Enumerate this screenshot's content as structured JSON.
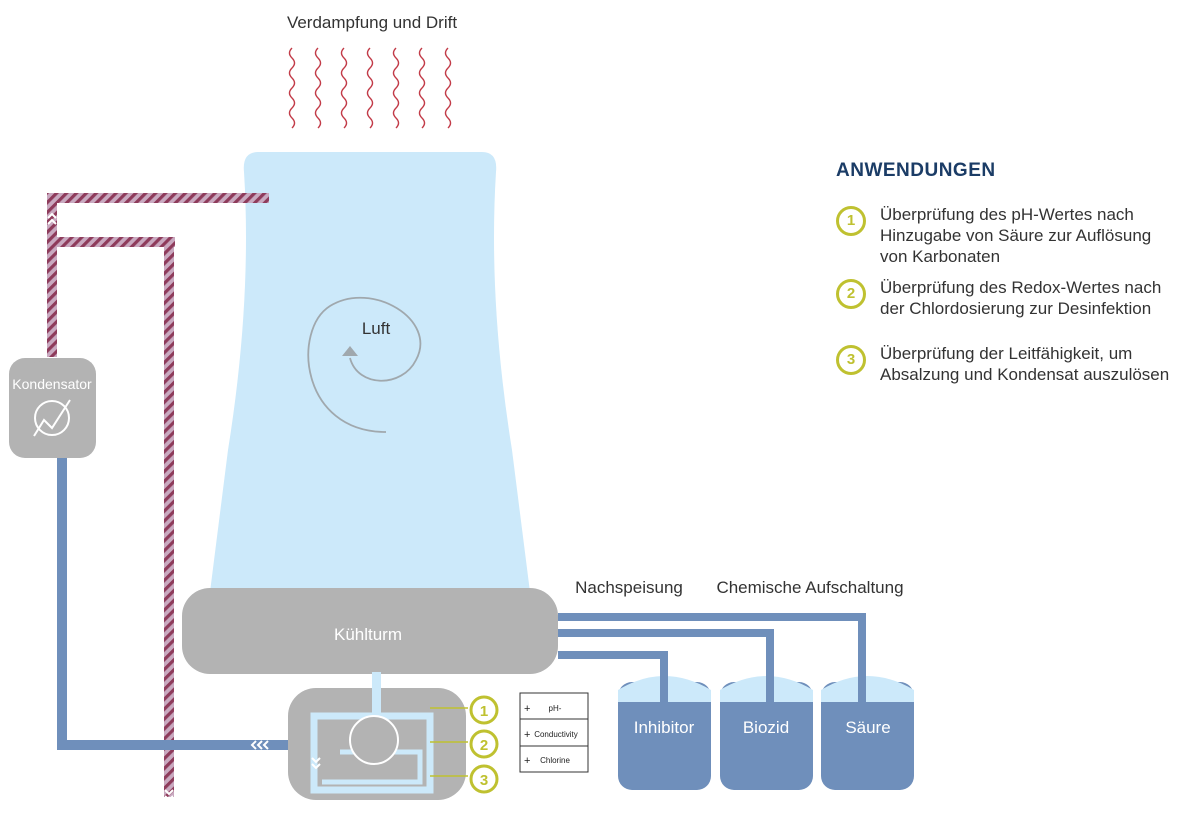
{
  "top_label": "Verdampfung und Drift",
  "tower": {
    "air_label": "Luft",
    "basin_label": "Kühlturm"
  },
  "condenser": {
    "label": "Kondensator"
  },
  "feed_label": "Nachspeisung",
  "chemical_label": "Chemische Aufschaltung",
  "tanks": [
    {
      "label": "Inhibitor"
    },
    {
      "label": "Biozid"
    },
    {
      "label": "Säure"
    }
  ],
  "sensor_numbers": [
    "1",
    "2",
    "3"
  ],
  "sensor_box": [
    {
      "label": "pH-"
    },
    {
      "label": "Conductivity"
    },
    {
      "label": "Chlorine"
    }
  ],
  "sensor_box_marker": "+",
  "legend": {
    "title": "ANWENDUNGEN",
    "items": [
      {
        "num": "1",
        "lines": [
          "Überprüfung des pH-Wertes nach",
          "Hinzugabe von Säure zur Auflösung",
          "von Karbonaten"
        ]
      },
      {
        "num": "2",
        "lines": [
          "Überprüfung des Redox-Wertes nach",
          "der Chlordosierung zur Desinfektion"
        ]
      },
      {
        "num": "3",
        "lines": [
          "Überprüfung der Leitfähigkeit, um",
          "Absalzung und Kondensat auszulösen"
        ]
      }
    ]
  },
  "colors": {
    "tower_fill": "#cce9fa",
    "gray": "#b3b3b3",
    "pipe_blue": "#6f8fbb",
    "hot_pipe": "#9b3a55",
    "accent": "#bfc130",
    "title": "#1b3c66",
    "vapor": "#c23b48"
  }
}
